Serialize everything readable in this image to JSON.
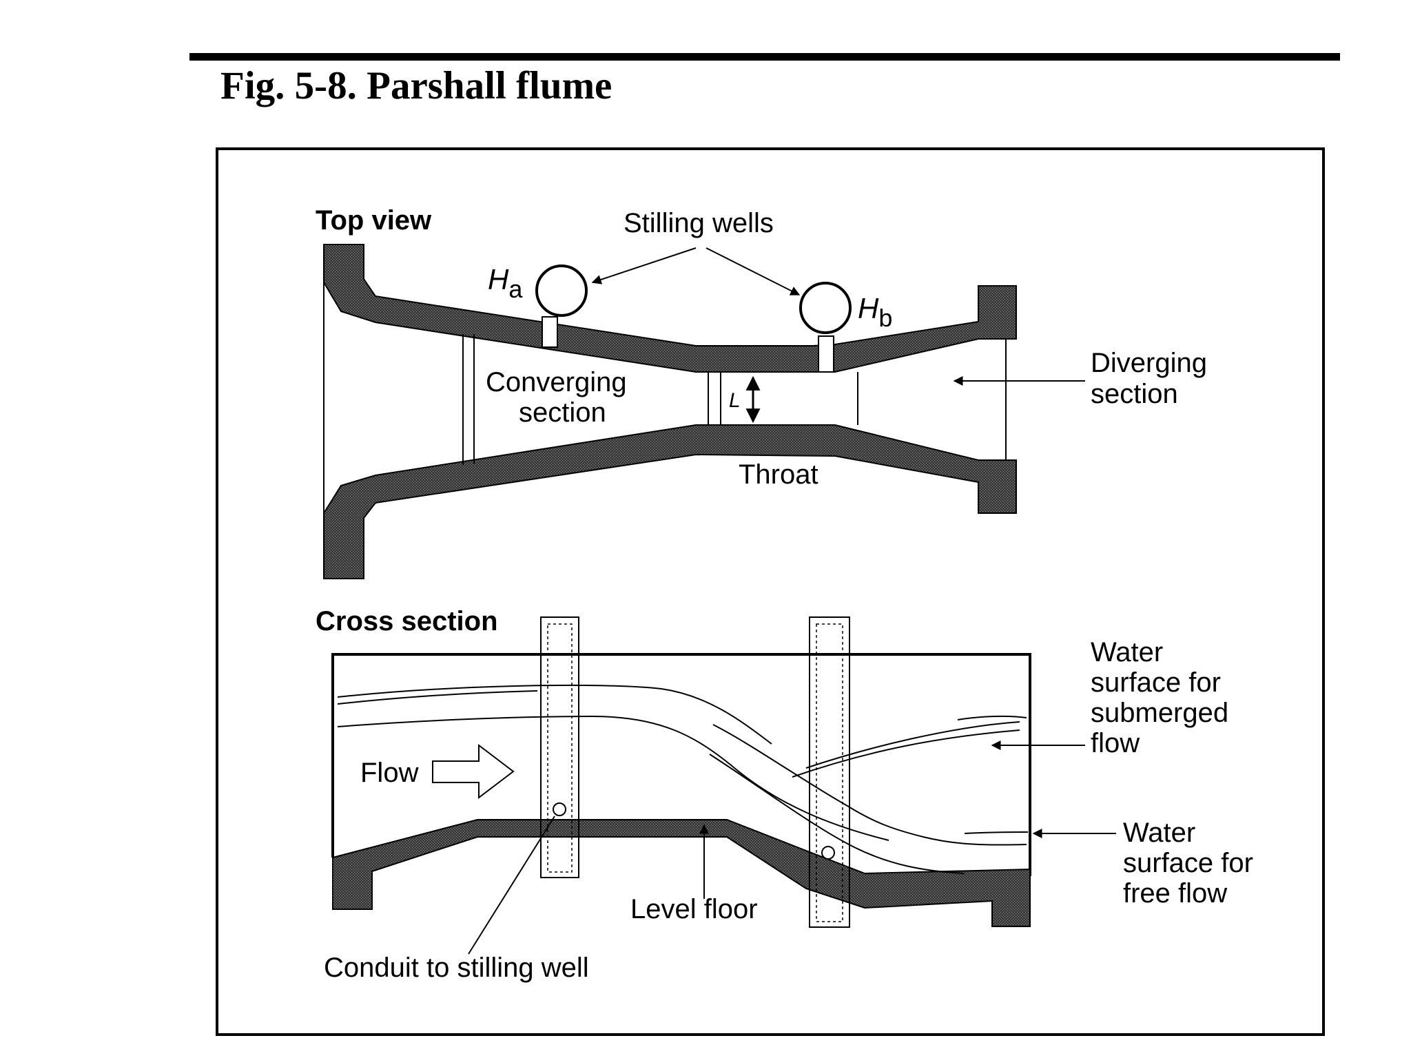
{
  "figure": {
    "title": "Fig. 5-8.  Parshall flume"
  },
  "top_view": {
    "heading": "Top view",
    "stilling_wells_label": "Stilling wells",
    "ha_label": "H",
    "ha_sub": "a",
    "hb_label": "H",
    "hb_sub": "b",
    "converging_line1": "Converging",
    "converging_line2": "section",
    "throat_label": "Throat",
    "l_label": "L",
    "diverging_line1": "Diverging",
    "diverging_line2": "section"
  },
  "cross_section": {
    "heading": "Cross section",
    "flow_label": "Flow",
    "submerged_line1": "Water",
    "submerged_line2": "surface for",
    "submerged_line3": "submerged",
    "submerged_line4": "flow",
    "free_line1": "Water",
    "free_line2": "surface for",
    "free_line3": "free flow",
    "level_floor_label": "Level floor",
    "conduit_label": "Conduit to stilling well"
  },
  "colors": {
    "ink": "#000000",
    "concrete_fill": "#555555",
    "background": "#ffffff"
  }
}
